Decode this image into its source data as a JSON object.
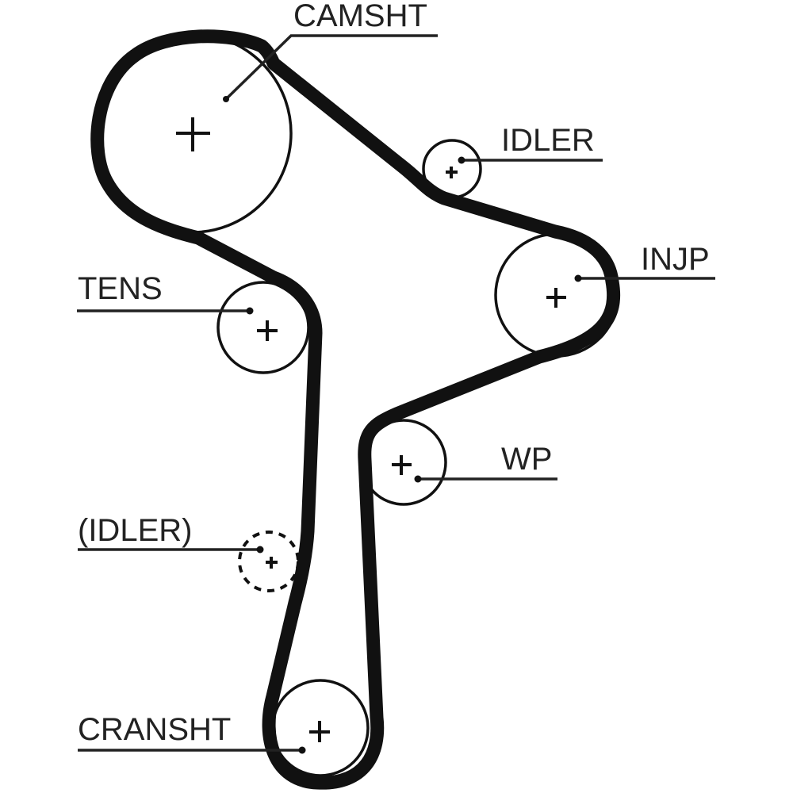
{
  "diagram": {
    "type": "timing-belt-routing",
    "components": [
      {
        "id": "camshaft",
        "label": "CAMSHT",
        "icon": "pulley-icon",
        "style": "solid"
      },
      {
        "id": "idler-top",
        "label": "IDLER",
        "icon": "pulley-icon",
        "style": "solid"
      },
      {
        "id": "injection-pump",
        "label": "INJP",
        "icon": "pulley-icon",
        "style": "solid"
      },
      {
        "id": "tensioner",
        "label": "TENS",
        "icon": "pulley-icon",
        "style": "solid"
      },
      {
        "id": "water-pump",
        "label": "WP",
        "icon": "pulley-icon",
        "style": "solid"
      },
      {
        "id": "idler-optional",
        "label": "(IDLER)",
        "icon": "pulley-icon",
        "style": "dashed"
      },
      {
        "id": "crankshaft",
        "label": "CRANSHT",
        "icon": "pulley-icon",
        "style": "solid"
      }
    ],
    "belt": {
      "name": "timing-belt",
      "color": "#111111"
    },
    "colors": {
      "line": "#111111",
      "text": "#222222",
      "background": "#ffffff"
    }
  }
}
